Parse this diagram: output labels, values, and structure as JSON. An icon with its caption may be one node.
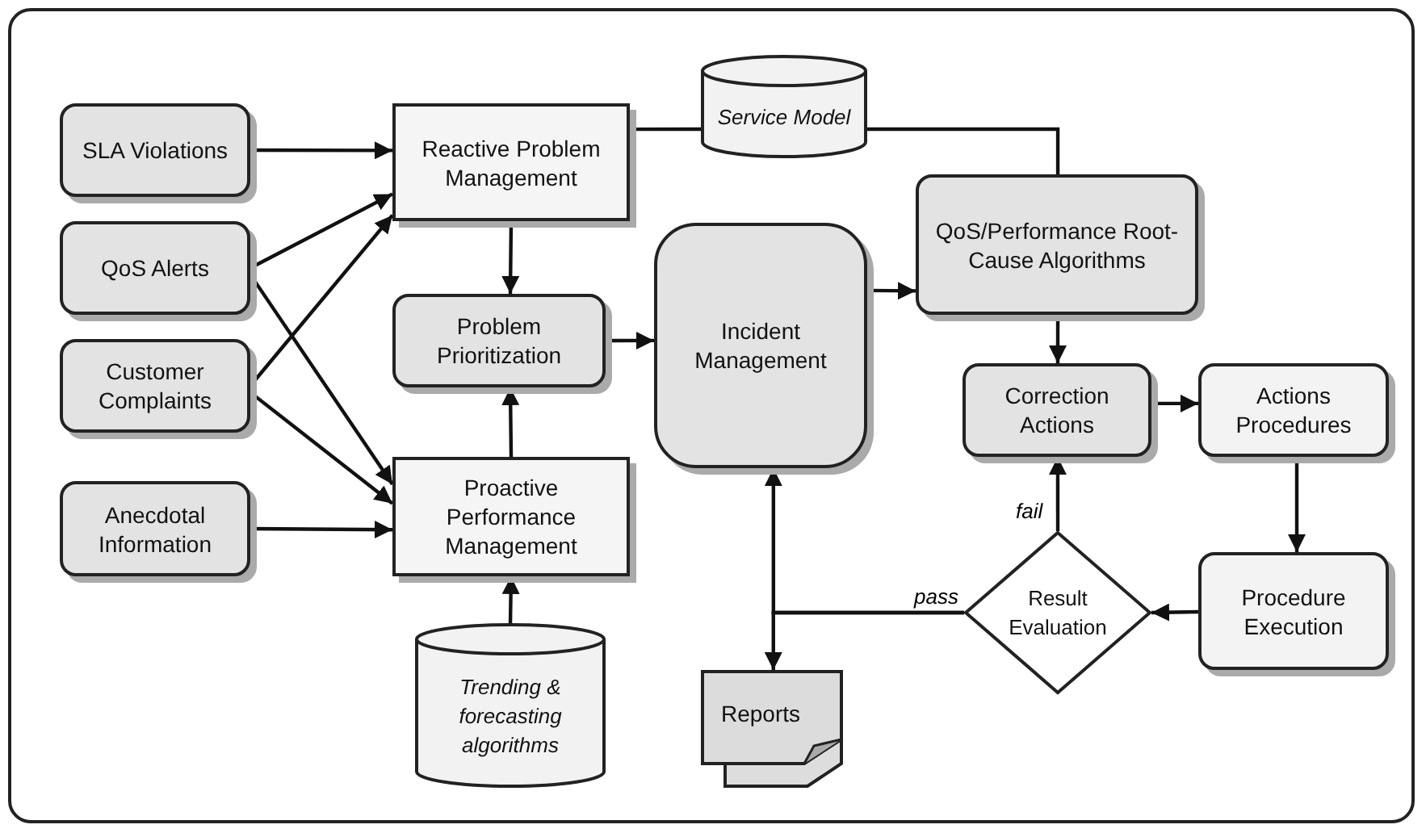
{
  "diagram": {
    "nodes": [
      {
        "text": [
          "SLA Violations"
        ]
      },
      {
        "text": [
          "QoS Alerts"
        ]
      },
      {
        "text": [
          "Customer Complaints"
        ]
      },
      {
        "text": [
          "Anecdotal Information"
        ]
      },
      {
        "text": [
          "Reactive Problem Management"
        ]
      },
      {
        "text": [
          "Problem Prioritization"
        ]
      },
      {
        "text": [
          "Proactive Performance Management"
        ]
      },
      {
        "text": [
          "Trending & forecasting algorithms"
        ]
      },
      {
        "text": [
          "Service Model"
        ]
      },
      {
        "text": [
          "Incident Management"
        ]
      },
      {
        "text": [
          "QoS/Performance Root-Cause Algorithms"
        ]
      },
      {
        "text": [
          "Correction Actions"
        ]
      },
      {
        "text": [
          "Actions Procedures"
        ]
      },
      {
        "text": [
          "Result Evaluation"
        ]
      },
      {
        "text": [
          "Procedure Execution"
        ]
      },
      {
        "text": [
          "Reports"
        ]
      }
    ],
    "edges": [
      {
        "from": 0,
        "to": 4,
        "arrow": "to"
      },
      {
        "from": 1,
        "to": 4,
        "arrow": "to"
      },
      {
        "from": 2,
        "to": 4,
        "arrow": "to"
      },
      {
        "from": 1,
        "to": 6,
        "arrow": "to"
      },
      {
        "from": 2,
        "to": 6,
        "arrow": "to"
      },
      {
        "from": 3,
        "to": 6,
        "arrow": "to"
      },
      {
        "from": 4,
        "to": 5,
        "arrow": "to"
      },
      {
        "from": 6,
        "to": 5,
        "arrow": "to"
      },
      {
        "from": 7,
        "to": 6,
        "arrow": "to"
      },
      {
        "from": 5,
        "to": 9,
        "arrow": "to"
      },
      {
        "from": 4,
        "to": 8,
        "arrow": "none"
      },
      {
        "from": 8,
        "to": 10,
        "arrow": "none"
      },
      {
        "from": 9,
        "to": 10,
        "arrow": "to"
      },
      {
        "from": 10,
        "to": 11,
        "arrow": "to"
      },
      {
        "from": 11,
        "to": 12,
        "arrow": "to"
      },
      {
        "from": 12,
        "to": 14,
        "arrow": "to"
      },
      {
        "from": 14,
        "to": 13,
        "arrow": "to"
      },
      {
        "from": 13,
        "to": 11,
        "arrow": "to",
        "label": "fail"
      },
      {
        "from": 13,
        "to": 9,
        "arrow": "to",
        "label": "pass"
      },
      {
        "from": 13,
        "to": 15,
        "arrow": "to"
      }
    ]
  }
}
